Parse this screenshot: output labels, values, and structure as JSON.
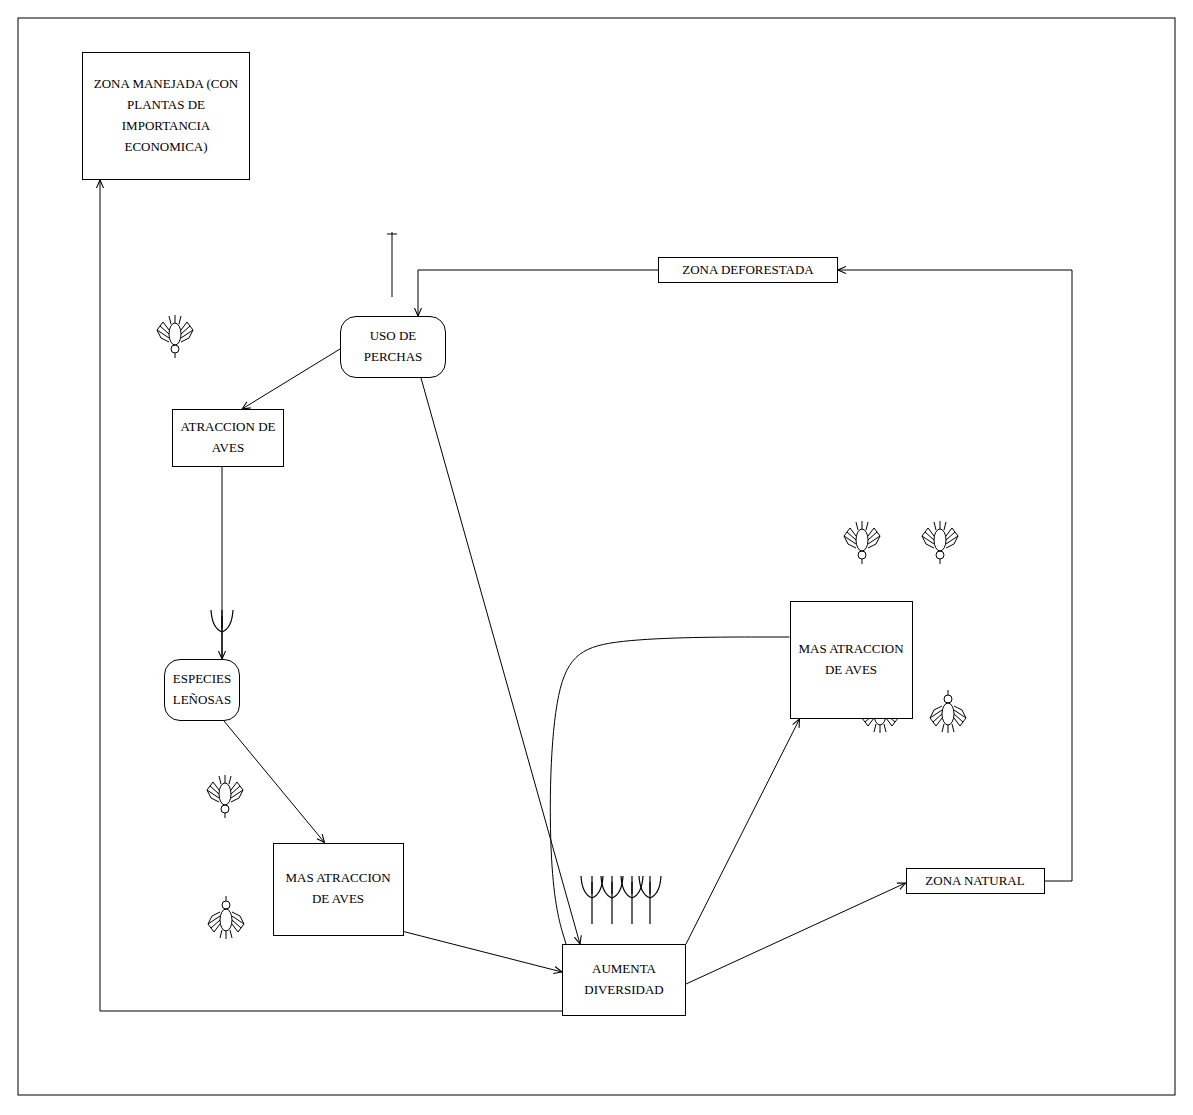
{
  "diagram": {
    "nodes": [
      {
        "text": [
          "ZONA MANEJADA (CON PLANTAS DE IMPORTANCIA ECONOMICA)"
        ]
      },
      {
        "text": [
          "ZONA DEFORESTADA"
        ]
      },
      {
        "text": [
          "USO DE PERCHAS"
        ]
      },
      {
        "text": [
          "ATRACCION DE AVES"
        ]
      },
      {
        "text": [
          "ESPECIES LEÑOSAS"
        ]
      },
      {
        "text": [
          "MAS ATRACCION DE AVES"
        ]
      },
      {
        "text": [
          "MAS ATRACCION DE AVES"
        ]
      },
      {
        "text": [
          "AUMENTA DIVERSIDAD"
        ]
      },
      {
        "text": [
          "ZONA NATURAL"
        ]
      }
    ],
    "edges": [
      {
        "from": 2,
        "to": 3,
        "arrow": "to"
      },
      {
        "from": 3,
        "to": 4,
        "arrow": "to"
      },
      {
        "from": 4,
        "to": 6,
        "arrow": "to"
      },
      {
        "from": 6,
        "to": 7,
        "arrow": "to"
      },
      {
        "from": 2,
        "to": 7,
        "arrow": "to"
      },
      {
        "from": 7,
        "to": 5,
        "arrow": "to"
      },
      {
        "from": 5,
        "to": 7,
        "arrow": "none"
      },
      {
        "from": 7,
        "to": 8,
        "arrow": "to"
      },
      {
        "from": 8,
        "to": 1,
        "arrow": "to"
      },
      {
        "from": 1,
        "to": 2,
        "arrow": "to"
      },
      {
        "from": 7,
        "to": 0,
        "arrow": "to"
      }
    ]
  }
}
